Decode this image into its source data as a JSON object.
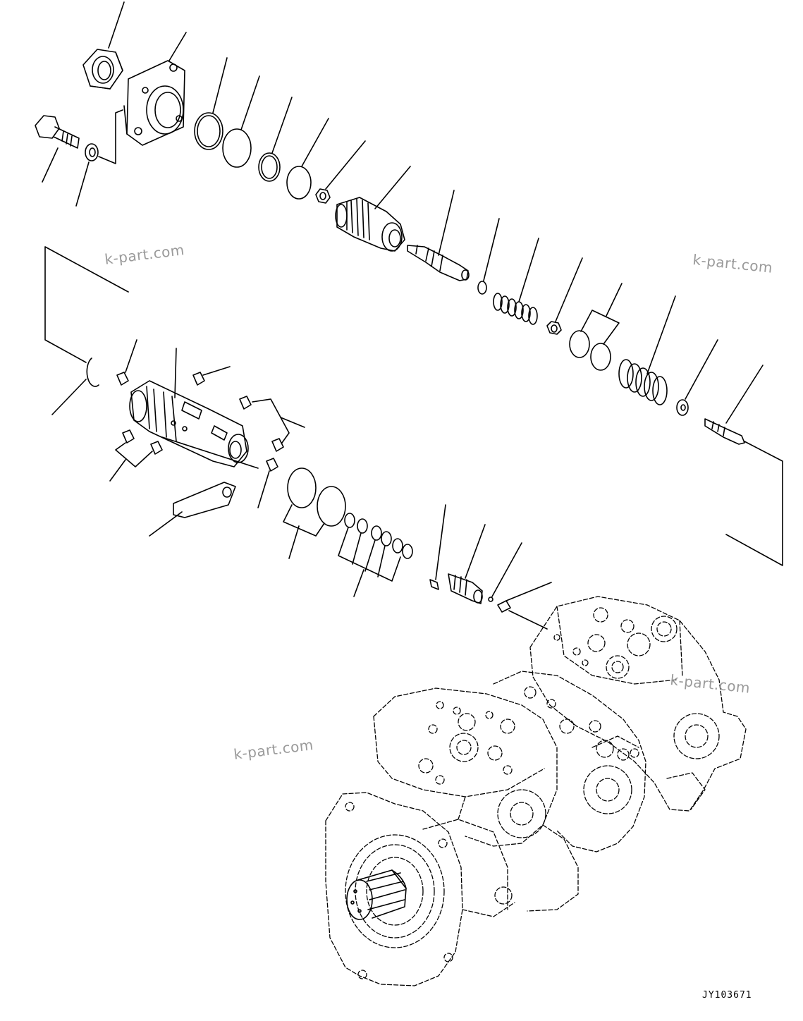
{
  "watermarks": [
    "k-part.com",
    "k-part.com",
    "k-part.com",
    "k-part.com"
  ],
  "drawing_code": "JY103671"
}
